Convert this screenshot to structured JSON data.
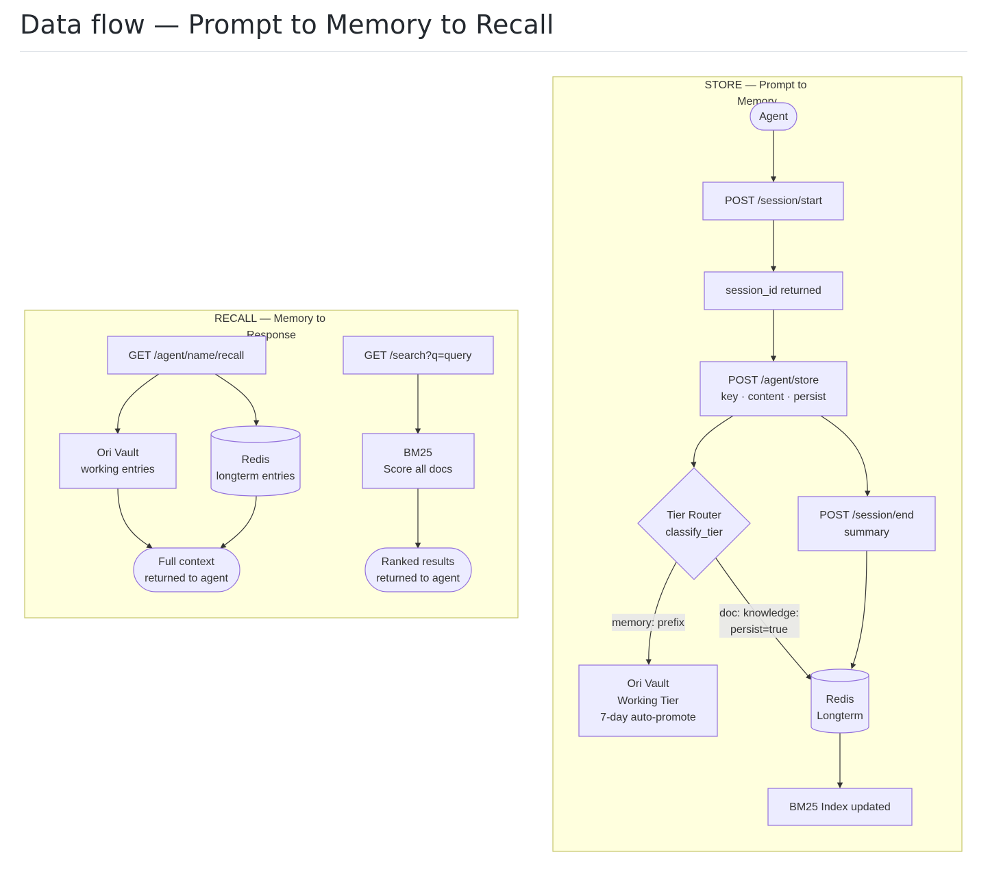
{
  "page": {
    "title": "Data flow — Prompt to Memory to Recall"
  },
  "diagram": {
    "recall": {
      "title_line1": "RECALL — Memory to",
      "title_line2": "Response",
      "get_recall": "GET /agent/name/recall",
      "get_search": "GET /search?q=query",
      "ori_vault": [
        "Ori Vault",
        "working entries"
      ],
      "redis": [
        "Redis",
        "longterm entries"
      ],
      "bm25": [
        "BM25",
        "Score all docs"
      ],
      "full_context": [
        "Full context",
        "returned to agent"
      ],
      "ranked": [
        "Ranked results",
        "returned to agent"
      ]
    },
    "store": {
      "title_line1": "STORE — Prompt to",
      "title_line2": "Memory",
      "agent": "Agent",
      "session_start": "POST /session/start",
      "session_id": "session_id returned",
      "agent_store": [
        "POST /agent/store",
        "key · content · persist"
      ],
      "tier_router": [
        "Tier Router",
        "classify_tier"
      ],
      "session_end": [
        "POST /session/end",
        "summary"
      ],
      "edge_memory": "memory: prefix",
      "edge_doc": [
        "doc: knowledge:",
        "persist=true"
      ],
      "ori_working": [
        "Ori Vault",
        "Working Tier",
        "7-day auto-promote"
      ],
      "redis_longterm": [
        "Redis",
        "Longterm"
      ],
      "bm25_updated": "BM25 Index updated"
    }
  }
}
